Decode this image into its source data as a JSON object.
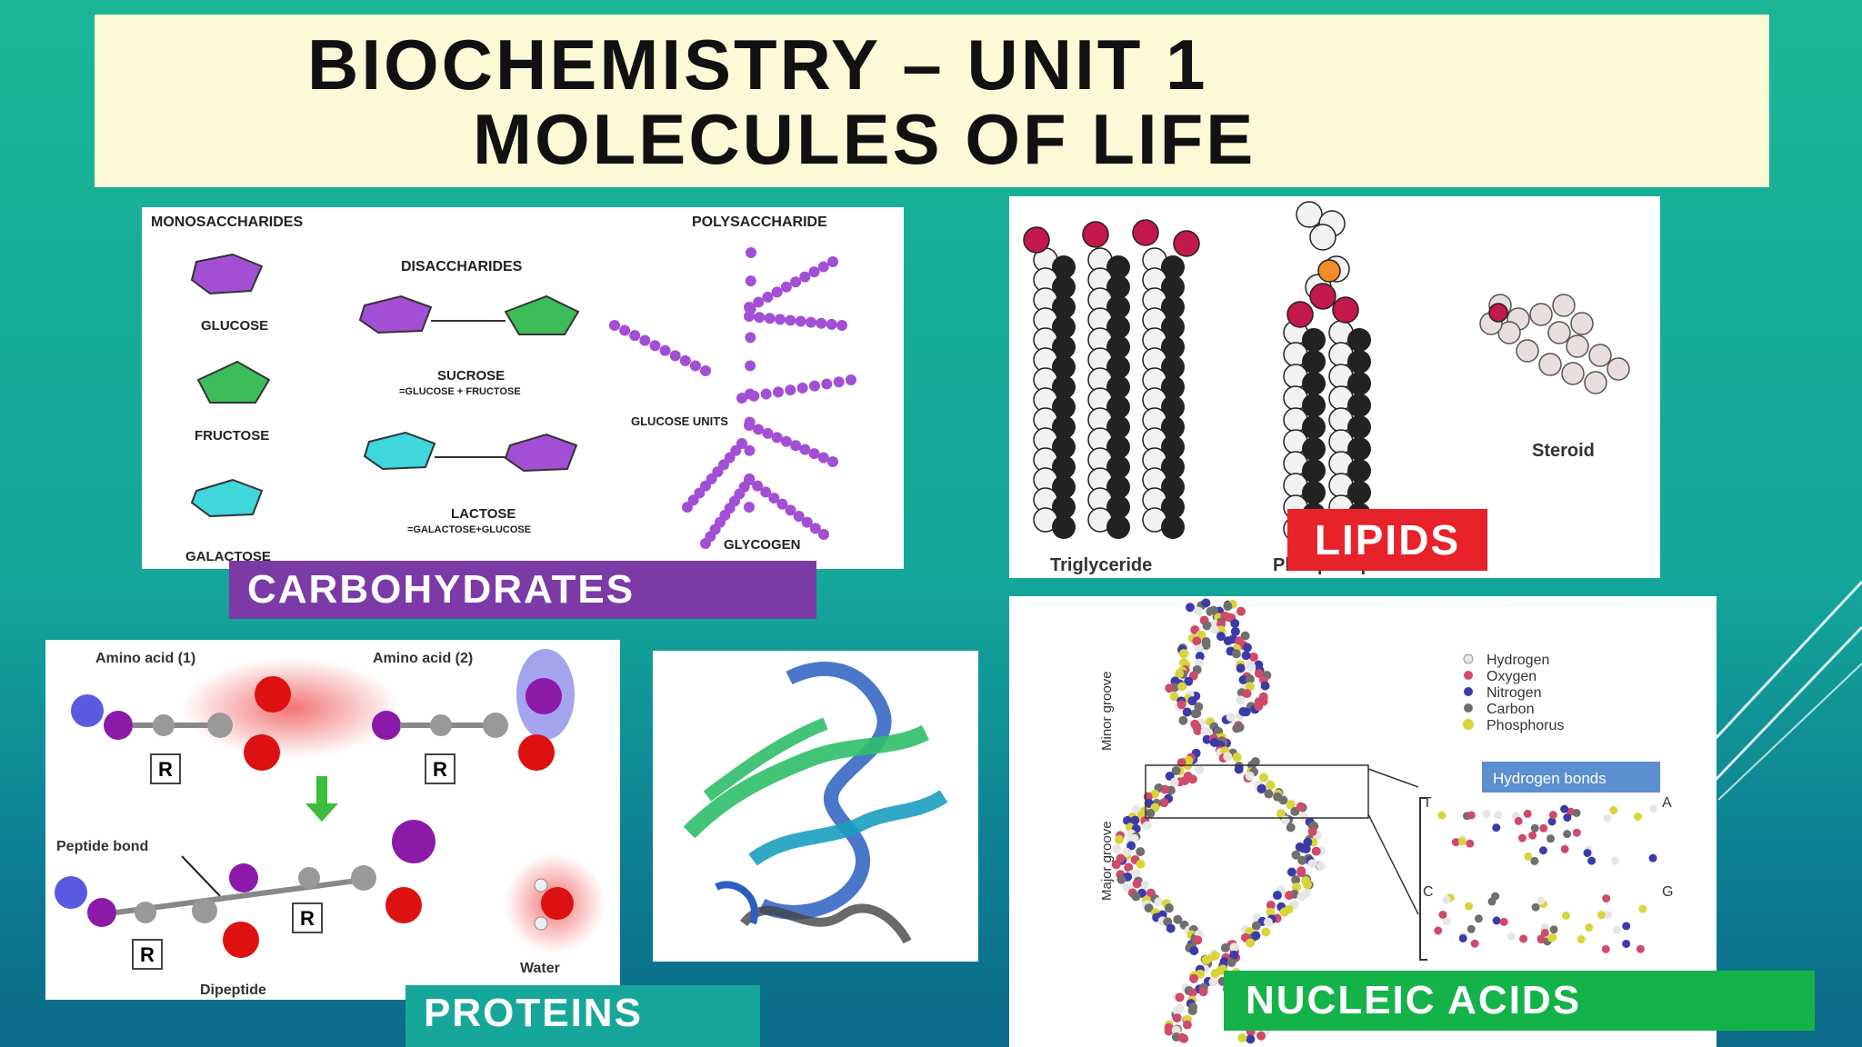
{
  "title": {
    "line1": "BIOCHEMISTRY – UNIT 1",
    "line2": "MOLECULES OF LIFE"
  },
  "carbohydrates": {
    "label": "CARBOHYDRATES",
    "monosaccharides": "MONOSACCHARIDES",
    "disaccharides": "DISACCHARIDES",
    "polysaccharide": "POLYSACCHARIDE",
    "glucose": "GLUCOSE",
    "fructose": "FRUCTOSE",
    "galactose": "GALACTOSE",
    "sucrose": "SUCROSE",
    "sucrose_eq": "=GLUCOSE + FRUCTOSE",
    "lactose": "LACTOSE",
    "lactose_eq": "=GALACTOSE+GLUCOSE",
    "glucose_units": "GLUCOSE UNITS",
    "glycogen": "GLYCOGEN",
    "colors": {
      "glucose": "#a24fd6",
      "fructose": "#3cbd5a",
      "galactose": "#3fd6dc"
    }
  },
  "lipids": {
    "label": "LIPIDS",
    "triglyceride": "Triglyceride",
    "phospholipid": "Phospholipid",
    "steroid": "Steroid",
    "label_color": "#e8222a"
  },
  "proteins": {
    "label": "PROTEINS",
    "amino_acid_1": "Amino acid (1)",
    "amino_acid_2": "Amino acid (2)",
    "peptide_bond": "Peptide bond",
    "dipeptide": "Dipeptide",
    "water": "Water",
    "r_group": "R",
    "label_color": "#17a79a"
  },
  "nucleic_acids": {
    "label": "NUCLEIC ACIDS",
    "minor_groove": "Minor groove",
    "major_groove": "Major groove",
    "hydrogen_bonds": "Hydrogen bonds",
    "bases": [
      "T",
      "A",
      "C",
      "G"
    ],
    "legend": [
      {
        "name": "Hydrogen",
        "color": "#e6e6e6"
      },
      {
        "name": "Oxygen",
        "color": "#d04a6a"
      },
      {
        "name": "Nitrogen",
        "color": "#3b3ba8"
      },
      {
        "name": "Carbon",
        "color": "#6f6f6f"
      },
      {
        "name": "Phosphorus",
        "color": "#d9d43a"
      }
    ],
    "label_color": "#14b34a"
  },
  "carbohydrates_label_color": "#7b3aa6"
}
